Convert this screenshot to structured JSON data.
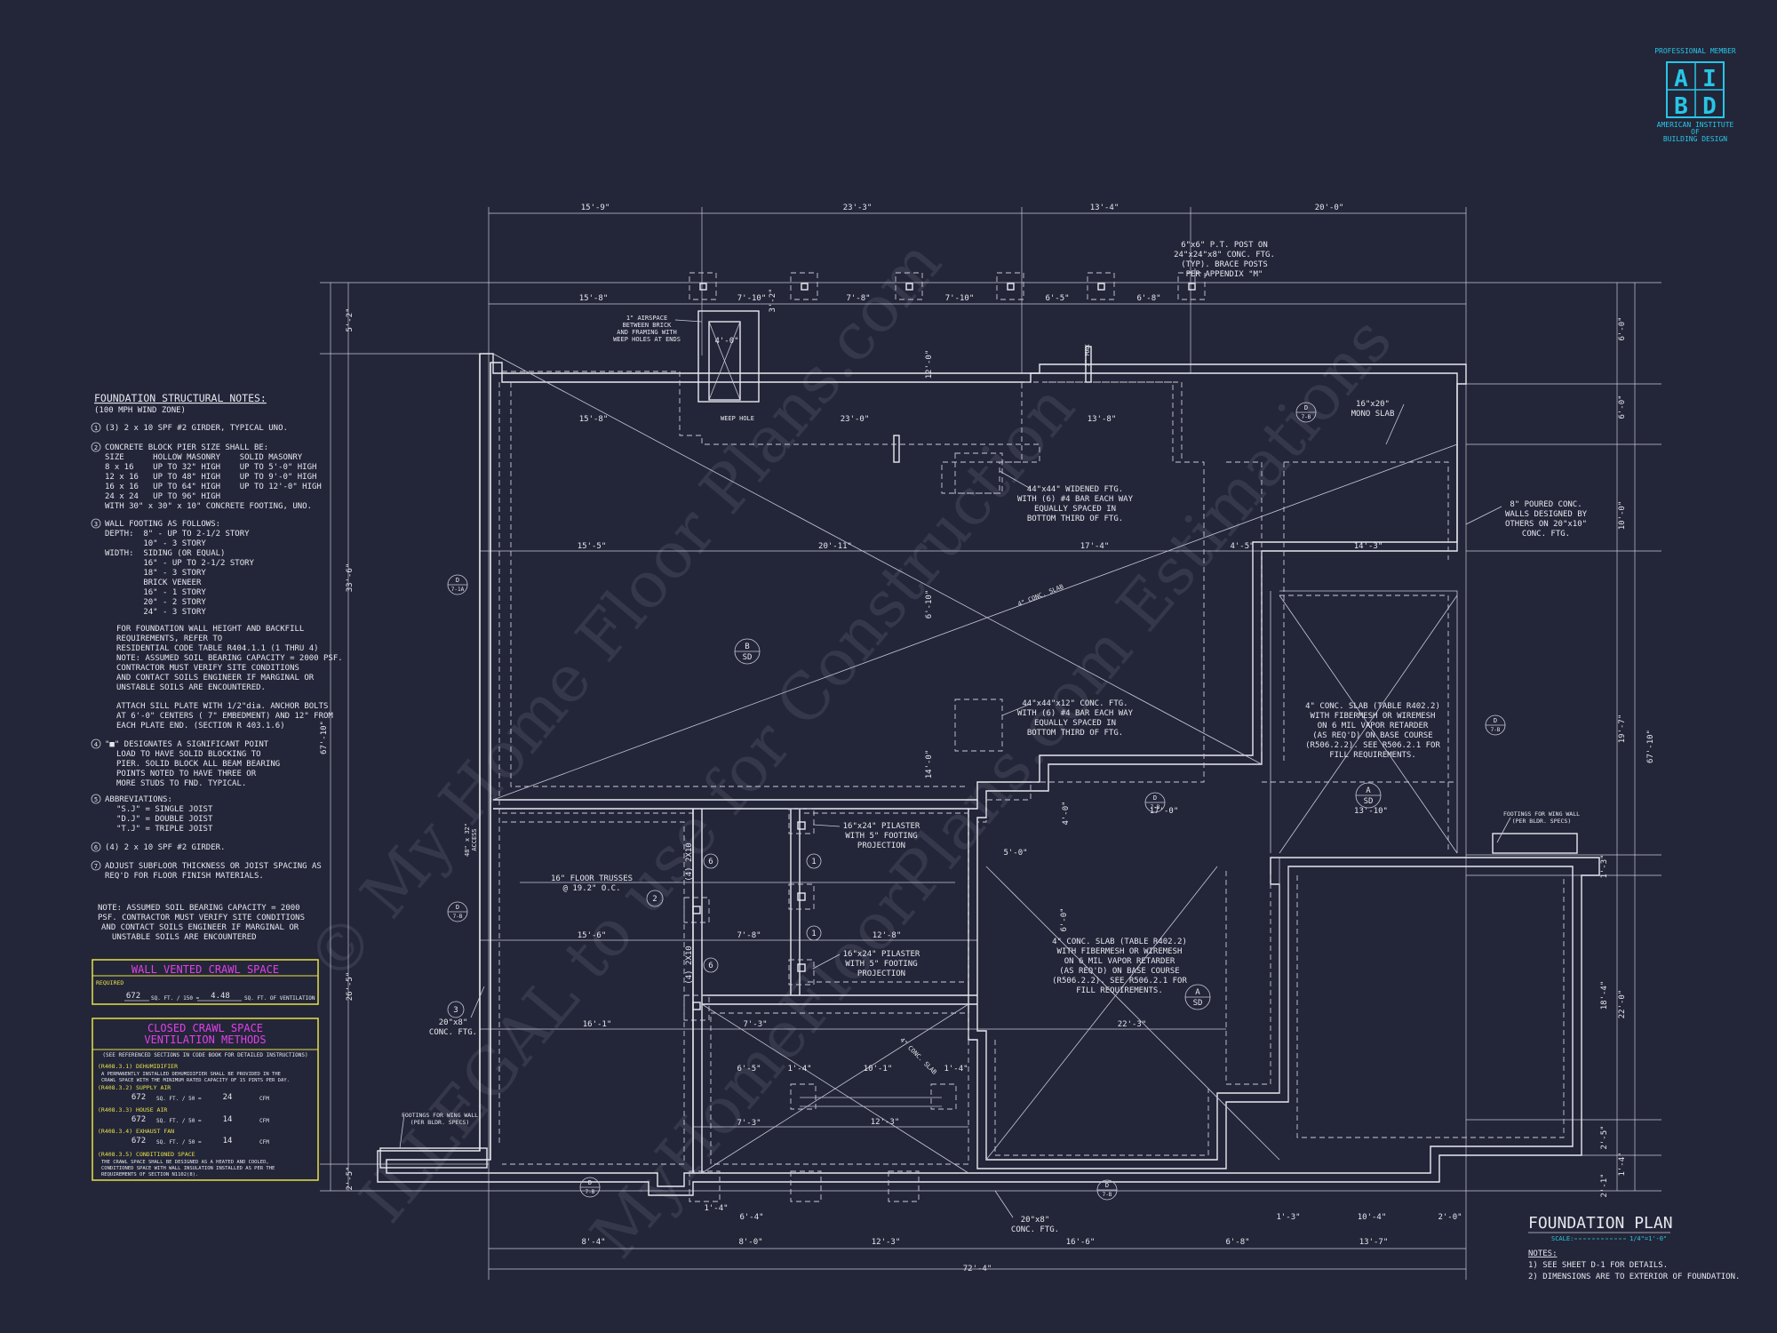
{
  "logo": {
    "top": "PROFESSIONAL MEMBER",
    "letters": [
      "A",
      "I",
      "B",
      "D"
    ],
    "line1": "AMERICAN INSTITUTE",
    "line2": "OF",
    "line3": "BUILDING DESIGN",
    "color": "#27c6e8"
  },
  "watermarks": [
    "© My Home Floor Plans.com",
    "ILLEGAL to use for Construction",
    "MyHomeFloorPlans.com Estimations"
  ],
  "title": {
    "main": "FOUNDATION PLAN",
    "scale_label": "SCALE:",
    "scale_value": "1/4\"=1'-0\"",
    "notes_label": "NOTES:",
    "note1": "1) SEE SHEET D-1 FOR DETAILS.",
    "note2": "2) DIMENSIONS ARE TO EXTERIOR OF FOUNDATION."
  },
  "notes": {
    "heading": "FOUNDATION STRUCTURAL NOTES:",
    "subheading": "(100 MPH WIND ZONE)",
    "n1": "(3) 2 x 10 SPF #2 GIRDER, TYPICAL UNO.",
    "n2": [
      "CONCRETE BLOCK PIER SIZE SHALL BE:",
      "SIZE      HOLLOW MASONRY    SOLID MASONRY",
      "8 x 16    UP TO 32\" HIGH    UP TO 5'-0\" HIGH",
      "12 x 16   UP TO 48\" HIGH    UP TO 9'-0\" HIGH",
      "16 x 16   UP TO 64\" HIGH    UP TO 12'-0\" HIGH",
      "24 x 24   UP TO 96\" HIGH",
      "WITH 30\" x 30\" x 10\" CONCRETE FOOTING, UNO."
    ],
    "n3": [
      "WALL FOOTING AS FOLLOWS:",
      "DEPTH:  8\" - UP TO 2-1/2 STORY",
      "        10\" - 3 STORY",
      "WIDTH:  SIDING (OR EQUAL)",
      "        16\" - UP TO 2-1/2 STORY",
      "        18\" - 3 STORY",
      "        BRICK VENEER",
      "        16\" - 1 STORY",
      "        20\" - 2 STORY",
      "        24\" - 3 STORY"
    ],
    "n3b": [
      "FOR FOUNDATION WALL HEIGHT AND BACKFILL",
      "REQUIREMENTS, REFER TO",
      "RESIDENTIAL CODE TABLE R404.1.1 (1 THRU 4)",
      "NOTE: ASSUMED SOIL BEARING CAPACITY = 2000 PSF.",
      "CONTRACTOR MUST VERIFY SITE CONDITIONS",
      "AND CONTACT SOILS ENGINEER IF MARGINAL OR",
      "UNSTABLE SOILS ARE ENCOUNTERED."
    ],
    "n3c": [
      "ATTACH SILL PLATE WITH 1/2\"dia. ANCHOR BOLTS",
      "AT 6'-0\" CENTERS ( 7\" EMBEDMENT) AND 12\" FROM",
      "EACH PLATE END. (SECTION R 403.1.6)"
    ],
    "n4": [
      "\"■\" DESIGNATES A SIGNIFICANT POINT",
      "LOAD TO HAVE SOLID BLOCKING TO",
      "PIER. SOLID BLOCK ALL BEAM BEARING",
      "POINTS NOTED TO HAVE THREE OR",
      "MORE STUDS TO FND. TYPICAL."
    ],
    "n5": [
      "ABBREVIATIONS:",
      "\"S.J\" = SINGLE JOIST",
      "\"D.J\" = DOUBLE JOIST",
      "\"T.J\" = TRIPLE JOIST"
    ],
    "n6": "(4) 2 x 10 SPF #2 GIRDER.",
    "n7": [
      "ADJUST SUBFLOOR THICKNESS OR JOIST SPACING AS",
      "REQ'D FOR FLOOR FINISH MATERIALS."
    ],
    "note_bottom": [
      "NOTE: ASSUMED SOIL BEARING CAPACITY = 2000",
      "PSF. CONTRACTOR MUST VERIFY SITE CONDITIONS",
      "AND CONTACT SOILS ENGINEER IF MARGINAL OR",
      "UNSTABLE SOILS ARE ENCOUNTERED"
    ]
  },
  "vented_box": {
    "title": "WALL VENTED CRAWL SPACE",
    "required": "REQUIRED",
    "area": "672",
    "unit": "SQ. FT. / 150 =",
    "result": "4.48",
    "unit2": "SQ. FT. OF VENTILATION",
    "title_color": "#e040e8",
    "frame_color": "#e8e04a"
  },
  "closed_box": {
    "title1": "CLOSED CRAWL SPACE",
    "title2": "VENTILATION METHODS",
    "ref": "(SEE REFERENCED SECTIONS IN CODE BOOK FOR DETAILED INSTRUCTIONS)",
    "m1_label": "(R408.3.1) DEHUMIDIFIER",
    "m1_text1": "A PERMANENTLY INSTALLED DEHUMIDIFIER SHALL BE PROVIDED IN THE",
    "m1_text2": "CRAWL SPACE WITH THE MINIMUM RATED CAPACITY OF 15 PINTS PER DAY.",
    "m2_label": "(R408.3.2) SUPPLY AIR",
    "m2_area": "672",
    "m2_unit": "SQ. FT. / 50 =",
    "m2_val": "24",
    "m2_cfm": "CFM",
    "m3_label": "(R408.3.3) HOUSE AIR",
    "m3_area": "672",
    "m3_unit": "SQ. FT. / 50 =",
    "m3_val": "14",
    "m3_cfm": "CFM",
    "m4_label": "(R408.3.4) EXHAUST FAN",
    "m4_area": "672",
    "m4_unit": "SQ. FT. / 50 =",
    "m4_val": "14",
    "m4_cfm": "CFM",
    "m5_label": "(R408.3.5) CONDITIONED SPACE",
    "m5_text1": "THE CRAWL SPACE SHALL BE DESIGNED AS A HEATED AND COOLED,",
    "m5_text2": "CONDITIONED SPACE WITH WALL INSULATION INSTALLED AS PER THE",
    "m5_text3": "REQUIREMENTS OF SECTION N1102(8)."
  },
  "dims_top": [
    "15'-9\"",
    "23'-3\"",
    "13'-4\"",
    "20'-0\""
  ],
  "dims_top2": [
    "15'-8\"",
    "7'-10\"",
    "3'-2\"",
    "7'-8\"",
    "7'-10\"",
    "6'-5\"",
    "6'-8\""
  ],
  "dims_bottom": [
    "8'-4\"",
    "8'-0\"",
    "12'-3\"",
    "16'-6\"",
    "6'-8\"",
    "13'-7\""
  ],
  "dim_overall": "72'-4\"",
  "dims_left": [
    "5'-2\"",
    "33'-6\"",
    "26'-5\"",
    "2'-5\""
  ],
  "dim_left_overall": "67'-10\"",
  "dims_right": [
    "6'-0\"",
    "6'-0\"",
    "10'-0\"",
    "19'-7\"",
    "1'-3\"",
    "22'-0\"",
    "18'-4\"",
    "2'-5\"",
    "1'-4\"",
    "2'-1\""
  ],
  "dim_right_overall": "67'-10\"",
  "interior_dims": [
    "15'-8\"",
    "23'-0\"",
    "13'-8\"",
    "15'-5\"",
    "20'-11\"",
    "17'-4\"",
    "4'-5\"",
    "14'-3\"",
    "15'-6\"",
    "7'-8\"",
    "12'-8\"",
    "16'-1\"",
    "7'-3\"",
    "22'-3\"",
    "17'-0\"",
    "13'-10\"",
    "5'-0\"",
    "12'-3\"",
    "10'-1\"",
    "6'-5\"",
    "7'-3\"",
    "1'-4\"",
    "1'-4\"",
    "1'-4\"",
    "6'-4\"",
    "1'-3\"",
    "10'-4\"",
    "2'-0\"",
    "4'-0\"",
    "6'-10\"",
    "12'-0\"",
    "14'-0\"",
    "6'-0\""
  ],
  "labels": {
    "post": [
      "6\"x6\" P.T. POST ON",
      "24\"x24\"x8\" CONC. FTG.",
      "(TYP). BRACE POSTS",
      "PER APPENDIX \"M\""
    ],
    "airspace": [
      "1\" AIRSPACE",
      "BETWEEN BRICK",
      "AND FRAMING WITH",
      "WEEP HOLES AT ENDS"
    ],
    "weep": "WEEP HOLE",
    "box4": "4'-0\"",
    "mono": [
      "16\"x20\"",
      "MONO SLAB"
    ],
    "poured": [
      "8\" POURED CONC.",
      "WALLS DESIGNED BY",
      "OTHERS ON 20\"x10\"",
      "CONC. FTG."
    ],
    "widened": [
      "44\"x44\" WIDENED FTG.",
      "WITH (6) #4 BAR EACH WAY",
      "EQUALLY SPACED IN",
      "BOTTOM THIRD OF FTG."
    ],
    "ftg2": [
      "44\"x44\"x12\" CONC. FTG.",
      "WITH (6) #4 BAR EACH WAY",
      "EQUALLY SPACED IN",
      "BOTTOM THIRD OF FTG."
    ],
    "conc_slab_diag": "4\" CONC. SLAB",
    "slab1": [
      "4\" CONC. SLAB (TABLE R402.2)",
      "WITH FIBERMESH OR WIREMESH",
      "ON 6 MIL VAPOR RETARDER",
      "(AS REQ'D) ON BASE COURSE",
      "(R506.2.2). SEE R506.2.1 FOR",
      "FILL REQUIREMENTS."
    ],
    "slab2": [
      "4\" CONC. SLAB (TABLE R402.2)",
      "WITH FIBERMESH OR WIREMESH",
      "ON 6 MIL VAPOR RETARDER",
      "(AS REQ'D) ON BASE COURSE",
      "(R506.2.2). SEE R506.2.1 FOR",
      "FILL REQUIREMENTS."
    ],
    "pilaster1": [
      "16\"x24\" PILASTER",
      "WITH 5\" FOOTING",
      "PROJECTION"
    ],
    "pilaster2": [
      "16\"x24\" PILASTER",
      "WITH 5\" FOOTING",
      "PROJECTION"
    ],
    "trusses": [
      "16\" FLOOR TRUSSES",
      "@ 19.2\" O.C."
    ],
    "ftg_left": [
      "20\"x8\"",
      "CONC. FTG."
    ],
    "ftg_bottom": [
      "20\"x8\"",
      "CONC. FTG."
    ],
    "wing_left": [
      "FOOTINGS FOR WING WALL",
      "(PER BLDR. SPECS)"
    ],
    "wing_right": [
      "FOOTINGS FOR WING WALL",
      "(PER BLDR. SPECS)"
    ],
    "access": [
      "48\" x 32\"",
      "ACCESS"
    ],
    "max": "3\" MAX",
    "girder1": "(4) 2X10",
    "girder2": "(4) 2X10",
    "conc_dash": "4\" CONC. SLAB"
  },
  "callouts": {
    "c1": "1",
    "c2": "2",
    "c3": "3",
    "c4": "4",
    "c5": "5",
    "c6": "6",
    "c7": "7",
    "sec_top": "B",
    "sec_bot": "SD",
    "a_top": "A",
    "a_bot": "SD",
    "d_top": "D",
    "d_bot": "7-1A",
    "d2_top": "D",
    "d2_bot": "7-B",
    "d3_top": "D",
    "d3_bot": "7-B",
    "d4_top": "D",
    "d4_bot": "7-B",
    "f_top": "D",
    "f_bot": "7-B",
    "g_top": "D",
    "g_bot": "7-B"
  }
}
